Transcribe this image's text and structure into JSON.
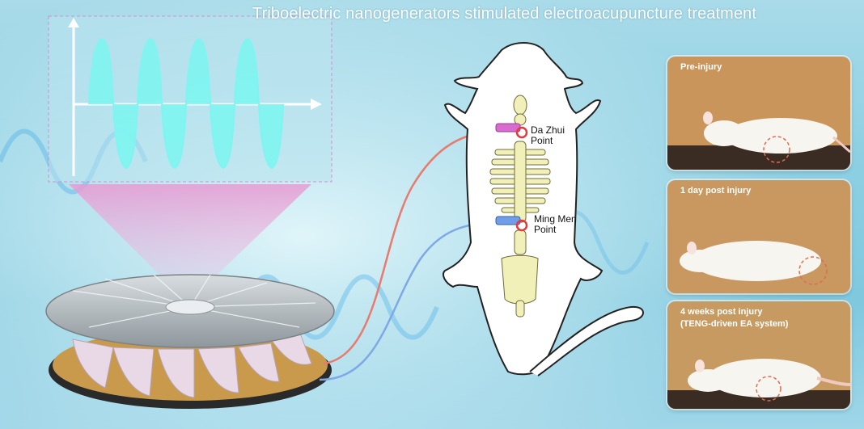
{
  "title": "Triboelectric nanogenerators stimulated electroacupuncture treatment",
  "acupoints": {
    "dazhui": [
      "Da Zhui",
      "Point"
    ],
    "mingmen": [
      "Ming Men",
      "Point"
    ]
  },
  "panels": [
    {
      "label_lines": [
        "Pre-injury"
      ]
    },
    {
      "label_lines": [
        "1 day post injury"
      ]
    },
    {
      "label_lines": [
        "4 weeks post injury",
        "(TENG-driven EA system)"
      ]
    }
  ],
  "colors": {
    "background": "#8fd0e3",
    "signal": "#7ef5f0",
    "wire_red": "#e87a6e",
    "wire_blue": "#7ea8e6",
    "skeleton": "#f1f0b8",
    "panel_bg": "#c9955a"
  }
}
